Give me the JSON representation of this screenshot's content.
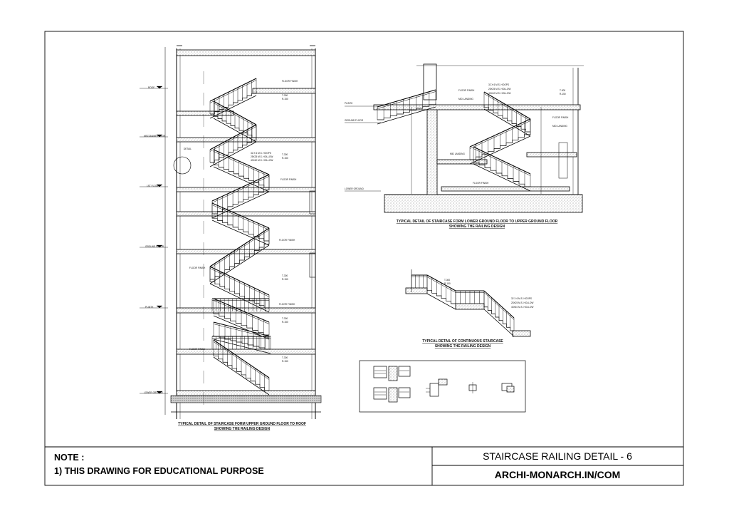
{
  "title_block": {
    "title": "STAIRCASE RAILING DETAIL - 6",
    "website": "ARCHI-MONARCH.IN/COM",
    "note_heading": "NOTE :",
    "note_line": "1) THIS DRAWING FOR EDUCATIONAL PURPOSE"
  },
  "captions": {
    "main_line1": "TYPICAL DETAIL OF STAIRCASE FORM UPPER GROUND FLOOR TO ROOF",
    "main_line2": "SHOWING THE RAILING DESIGN",
    "lower_line1": "TYPICAL DETAIL OF STAIRCASE FORM LOWER GROUND FLOOR TO UPPER GROUND FLOOR",
    "lower_line2": "SHOWING THE RAILING DESIGN",
    "cont_line1": "TYPICAL DETAIL OF CONTINUOUS STAIRCASE",
    "cont_line2": "SHOWING THE RAILING DESIGN"
  },
  "labels": {
    "floor_finish": "FLOOR FINISH",
    "t300": "T-300",
    "r150": "R-150",
    "mid_landing": "MID LANDING",
    "detail": "DETAIL",
    "roof": "ROOF",
    "mezzanine": "MEZZANINE FLOOR",
    "first_floor": "1ST FLOOR",
    "ground_floor": "GROUND FLOOR",
    "plinth": "PLINTH",
    "lower_ground": "LOWER GROUND",
    "rail_note1": "32 X 6 M.S. HOOPS",
    "rail_note2": "25X25 M.S. HOLLOW",
    "rail_note3": "40X40 M.S. HOLLOW"
  }
}
